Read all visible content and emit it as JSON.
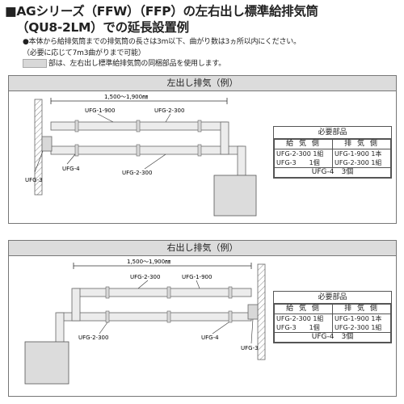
{
  "header": {
    "title_line1": "■AGシリーズ（FFW）（FFP）の左右出し標準給排気筒",
    "title_line2": "（QU8-2LM）での延長設置例",
    "note1": "●本体から給排気筒までの排気筒の長さは3m以下、曲がり数は3ヵ所以内にください。",
    "note2": "（必要に応じて7m3曲がりまで可能）",
    "note3": "部は、左右出し標準給排気筒の同梱部品を使用します。"
  },
  "left_panel": {
    "heading": "左出し排気（例）",
    "dimension": "1,500～1,900㎜",
    "labels": {
      "ufg_1_900": "UFG-1-900",
      "ufg_2_300_top": "UFG-2-300",
      "ufg_2_300_bottom": "UFG-2-300",
      "ufg_4": "UFG-4",
      "ufg_3": "UFG-3"
    },
    "parts": {
      "title": "必要部品",
      "supply_header": "給 気 側",
      "exhaust_header": "排 気 側",
      "rows": [
        {
          "supply": "UFG-2-300 1組",
          "exhaust": "UFG-1-900 1本"
        },
        {
          "supply": "UFG-3　　1個",
          "exhaust": "UFG-2-300 1組"
        }
      ],
      "total": "UFG-4　3個"
    }
  },
  "right_panel": {
    "heading": "右出し排気（例）",
    "dimension": "1,500～1,900㎜",
    "labels": {
      "ufg_2_300_top": "UFG-2-300",
      "ufg_1_900": "UFG-1-900",
      "ufg_2_300_bottom": "UFG-2-300",
      "ufg_4": "UFG-4",
      "ufg_3": "UFG-3"
    },
    "parts": {
      "title": "必要部品",
      "supply_header": "給 気 側",
      "exhaust_header": "排 気 側",
      "rows": [
        {
          "supply": "UFG-2-300 1組",
          "exhaust": "UFG-1-900 1本"
        },
        {
          "supply": "UFG-3　　1個",
          "exhaust": "UFG-2-300 1組"
        }
      ],
      "total": "UFG-4　3個"
    }
  },
  "colors": {
    "pipe": "#ececec",
    "pipe_stroke": "#666666",
    "panel_header": "#dcdcdc",
    "hatch": "#888888"
  }
}
